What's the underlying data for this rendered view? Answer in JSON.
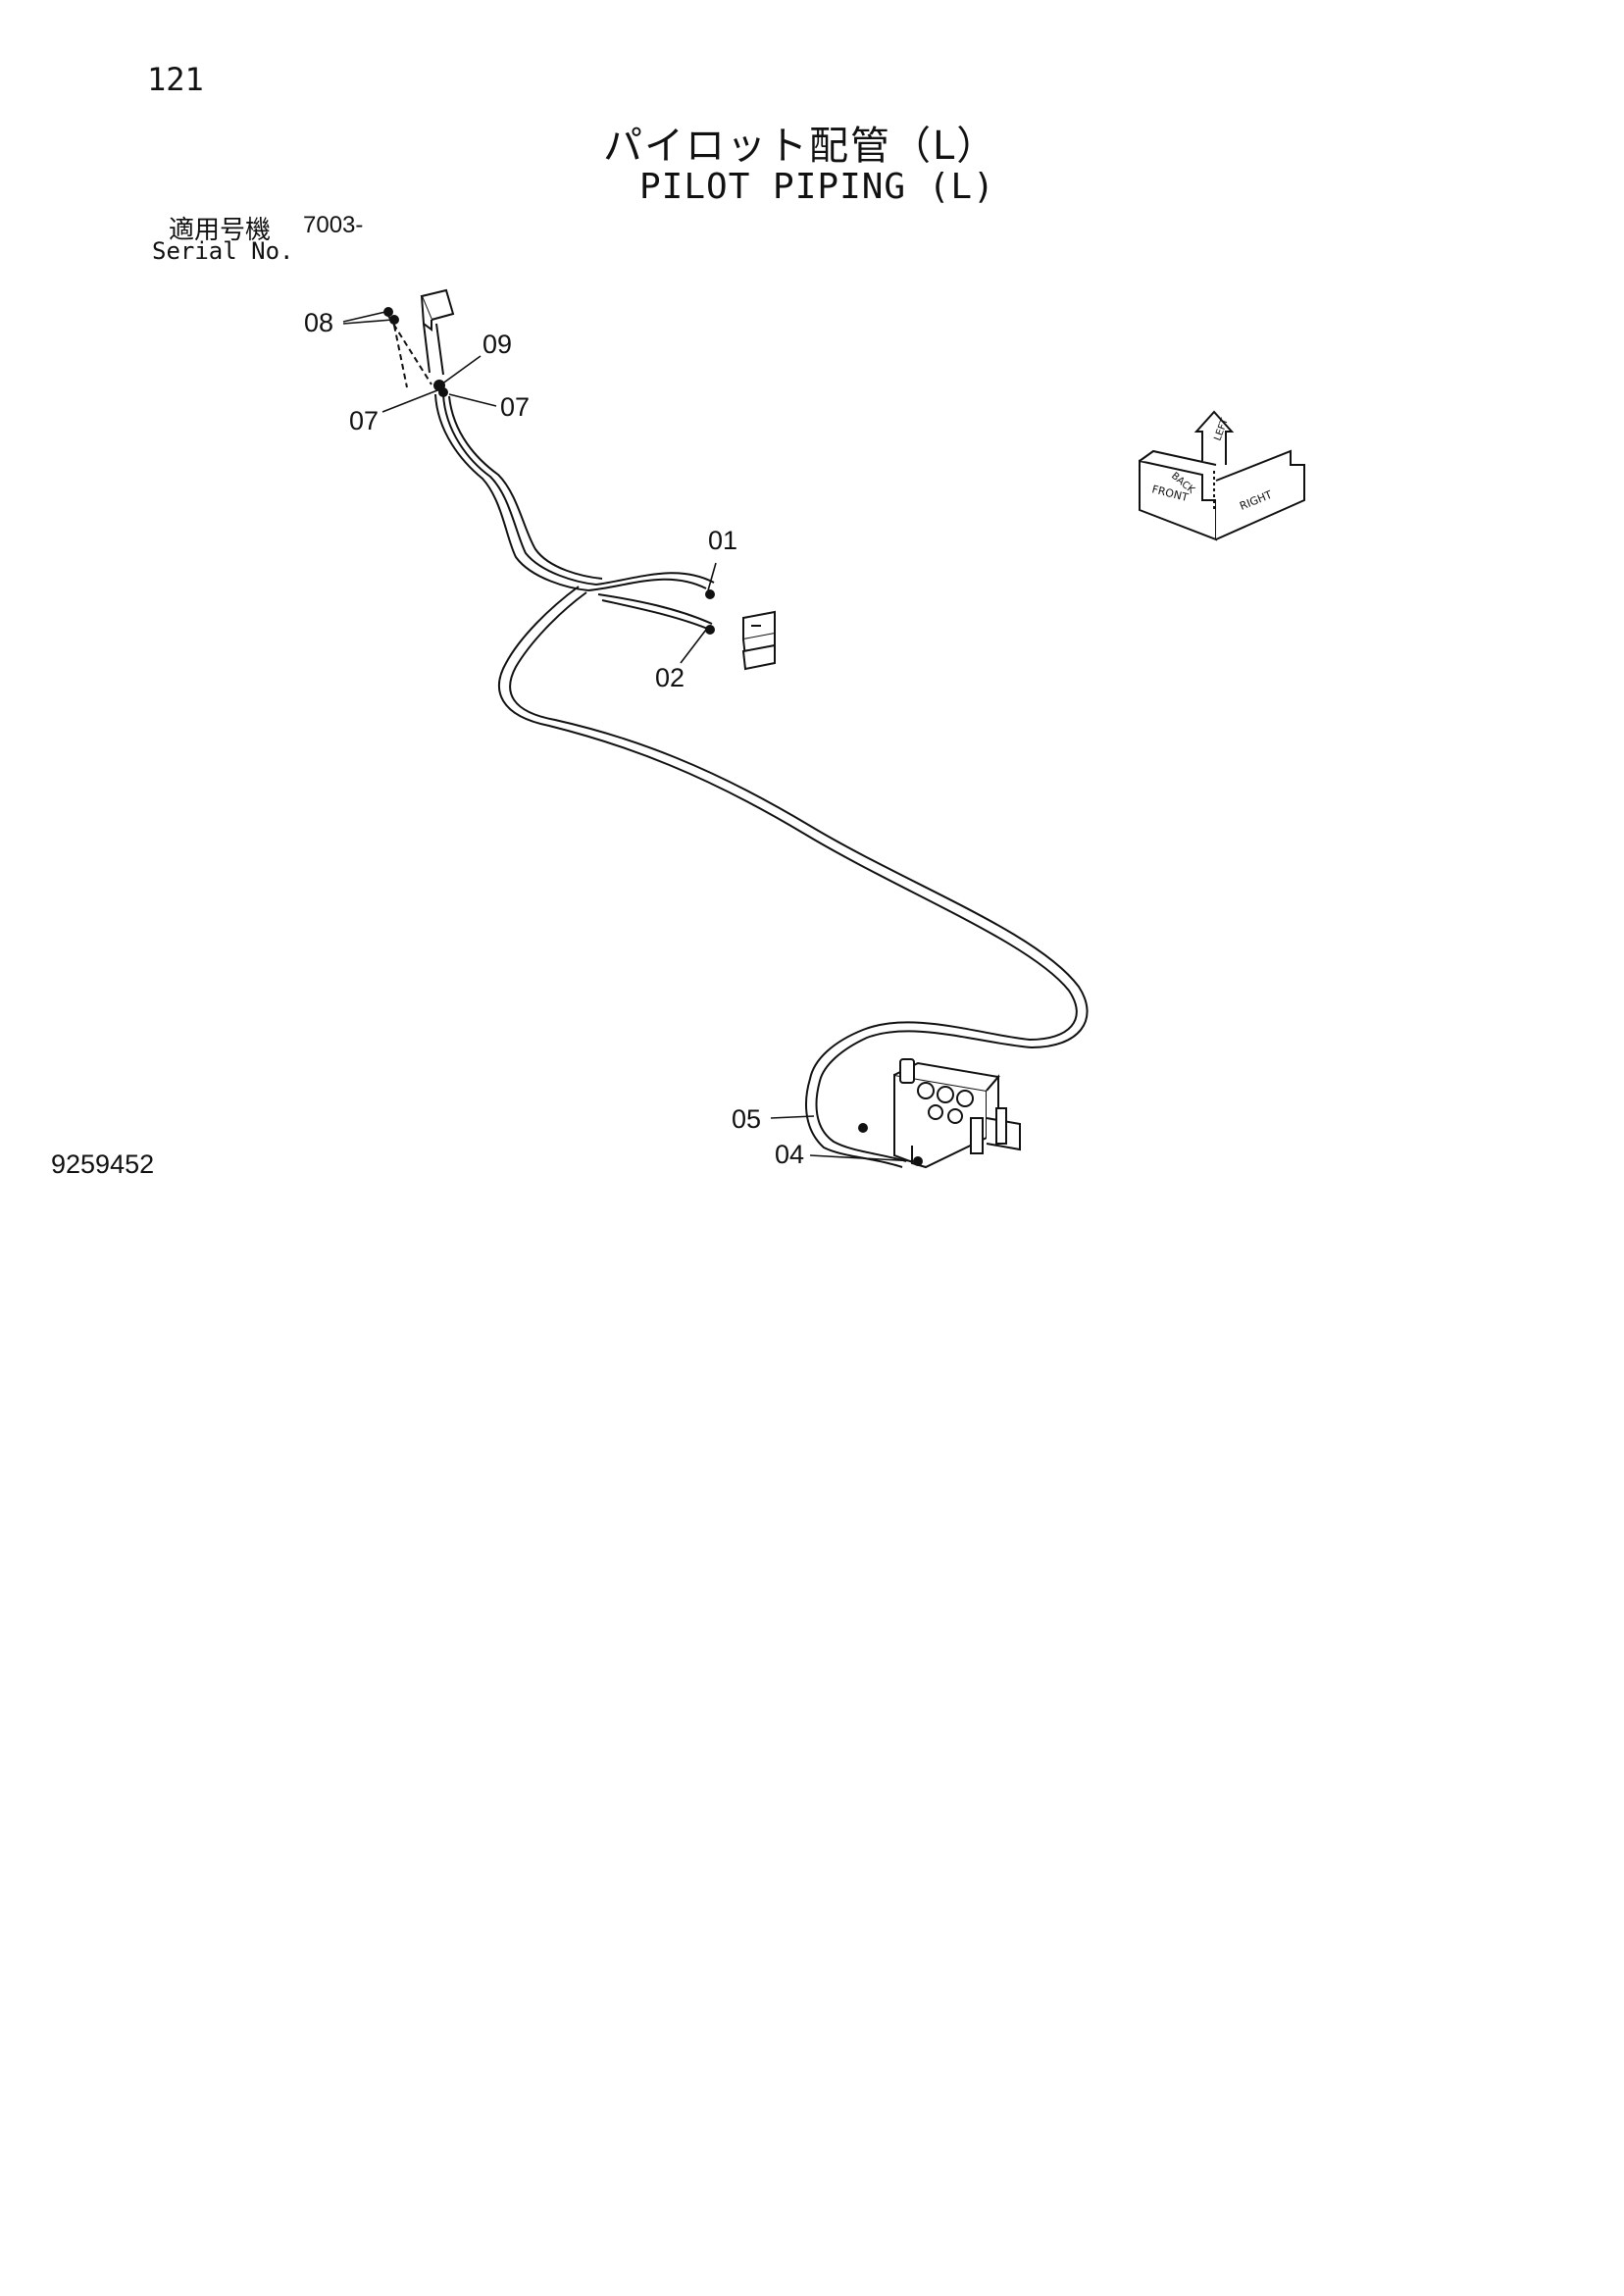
{
  "page": {
    "number": "121",
    "title_jp": "パイロット配管（L）",
    "title_en": "PILOT PIPING (L)",
    "serial": {
      "label_jp": "適用号機",
      "label_en": "Serial No.",
      "value": "7003-"
    },
    "drawing_number": "9259452"
  },
  "diagram": {
    "callouts": [
      {
        "id": "c08",
        "label": "08"
      },
      {
        "id": "c09",
        "label": "09"
      },
      {
        "id": "c07a",
        "label": "07"
      },
      {
        "id": "c07b",
        "label": "07"
      },
      {
        "id": "c01",
        "label": "01"
      },
      {
        "id": "c02",
        "label": "02"
      },
      {
        "id": "c05",
        "label": "05"
      },
      {
        "id": "c04",
        "label": "04"
      }
    ],
    "orientation_icon": {
      "name": "direction-indicator-icon",
      "labels": [
        "FRONT",
        "BACK",
        "RIGHT",
        "LEFT"
      ]
    }
  }
}
